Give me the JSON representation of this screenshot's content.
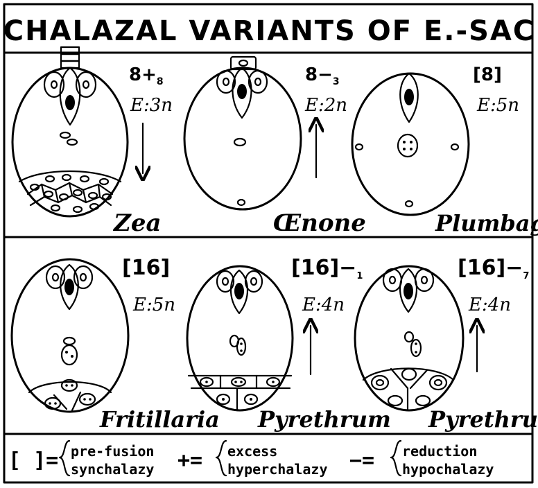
{
  "title": "CHALAZAL VARIANTS OF E.-SAC",
  "panels": [
    {
      "formula": "8+",
      "sub": "8",
      "ploidy": "E:3n",
      "arrow": "down",
      "genus": "Zea"
    },
    {
      "formula": "8−",
      "sub": "3",
      "ploidy": "E:2n",
      "arrow": "up",
      "genus": "Œnone"
    },
    {
      "formula": "[8]",
      "sub": "",
      "ploidy": "E:5n",
      "arrow": "none",
      "genus": "Plumbago"
    },
    {
      "formula": "[16]",
      "sub": "",
      "ploidy": "E:5n",
      "arrow": "none",
      "genus": "Fritillaria"
    },
    {
      "formula": "[16]−",
      "sub": "1",
      "ploidy": "E:4n",
      "arrow": "up",
      "genus": "Pyrethrum"
    },
    {
      "formula": "[16]−",
      "sub": "7",
      "ploidy": "E:4n",
      "arrow": "up",
      "genus": "Pyrethrum"
    }
  ],
  "legend": {
    "bracket_symbol": "[ ]=",
    "bracket_line1": "pre-fusion",
    "bracket_line2": "synchalazy",
    "plus_symbol": "+=",
    "plus_line1": "excess",
    "plus_line2": "hyperchalazy",
    "minus_symbol": "−=",
    "minus_line1": "reduction",
    "minus_line2": "hypochalazy"
  }
}
